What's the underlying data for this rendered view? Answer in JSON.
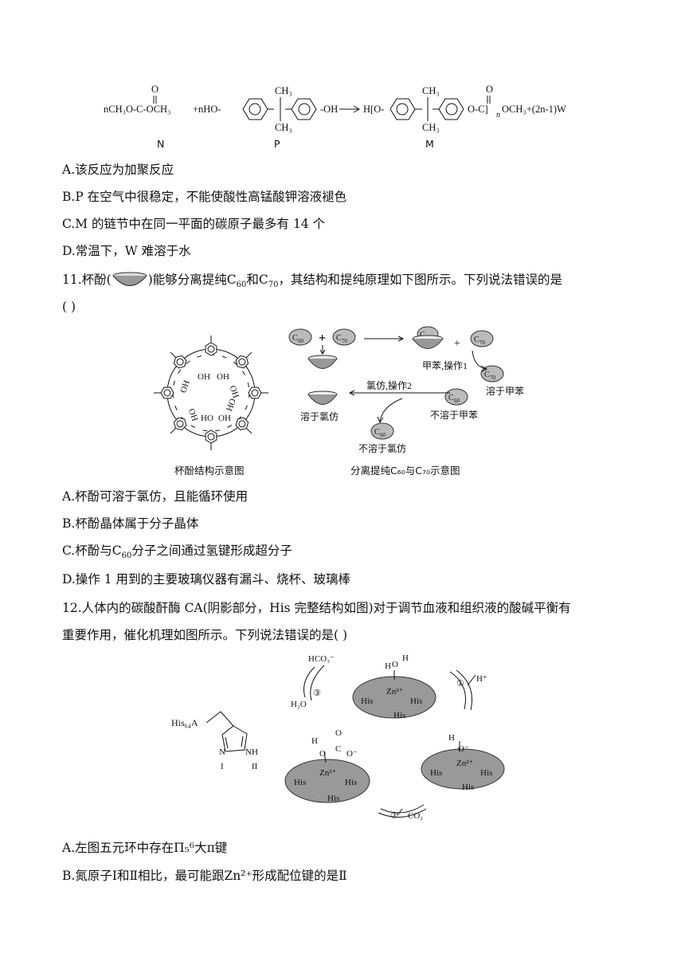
{
  "reaction": {
    "label_n": "N",
    "label_p": "P",
    "label_m": "M",
    "lhs_n": "nCH₃O-C-OCH₃",
    "lhs_plus": "+nHO-",
    "p_oh": "-OH",
    "m_h": "H[O-",
    "m_tail": "O-C]",
    "m_sub": "n",
    "m_end": "OCH₃+(2n-1)W",
    "ch3": "CH₃",
    "o": "O"
  },
  "q10": {
    "a": "A.该反应为加聚反应",
    "b": "B.P 在空气中很稳定，不能使酸性高锰酸钾溶液褪色",
    "c": "C.M 的链节中在同一平面的碳原子最多有 14 个",
    "d": "D.常温下，W 难溶于水"
  },
  "q11": {
    "stem_a": "11.杯酚(",
    "stem_b": ")能够分离提纯",
    "c60": "C",
    "c60_sub": "60",
    "he": "和",
    "c70_sub": "70",
    "stem_c": "，其结构和提纯原理如下图所示。下列说法错误的是",
    "paren": "(    )",
    "fig_left_caption": "杯酚结构示意图",
    "fig_right_caption": "分离提纯C₆₀与C₇₀示意图",
    "toluene_op1": "甲苯,操作1",
    "dissolve_toluene": "溶于甲苯",
    "not_dissolve_toluene": "不溶于甲苯",
    "chloroform_op2": "氯仿,操作2",
    "dissolve_chloroform": "溶于氯仿",
    "not_dissolve_chloroform": "不溶于氯仿",
    "plus": "+",
    "a": "A.杯酚可溶于氯仿，且能循环使用",
    "b": "B.杯酚晶体属于分子晶体",
    "c_pre": "C.杯酚与",
    "c_post": "分子之间通过氢键形成超分子",
    "d": "D.操作 1 用到的主要玻璃仪器有漏斗、烧杯、玻璃棒"
  },
  "q12": {
    "stem1": "12.人体内的碳酸酐酶 CA(阴影部分，His 完整结构如图)对于调节血液和组织液的酸碱平衡有",
    "stem2": "重要作用，催化机理如图所示。下列说法错误的是(    )",
    "his64": "His₆₄A",
    "nI": "I",
    "nII": "II",
    "his": "His",
    "zn": "Zn²⁺",
    "hco3": "HCO₃⁻",
    "h2o": "H₂O",
    "hplus": "H⁺",
    "co2": "CO₂",
    "step1": "①",
    "step2": "②",
    "step3": "③",
    "a_pre": "A.左图五元环中存在",
    "a_pi": "Π₅⁶",
    "a_post": "大π键",
    "b_pre": "B.氮原子Ⅰ和Ⅱ相比，最可能跟",
    "b_zn": "Zn²⁺",
    "b_post": "形成配位键的是Ⅱ"
  }
}
